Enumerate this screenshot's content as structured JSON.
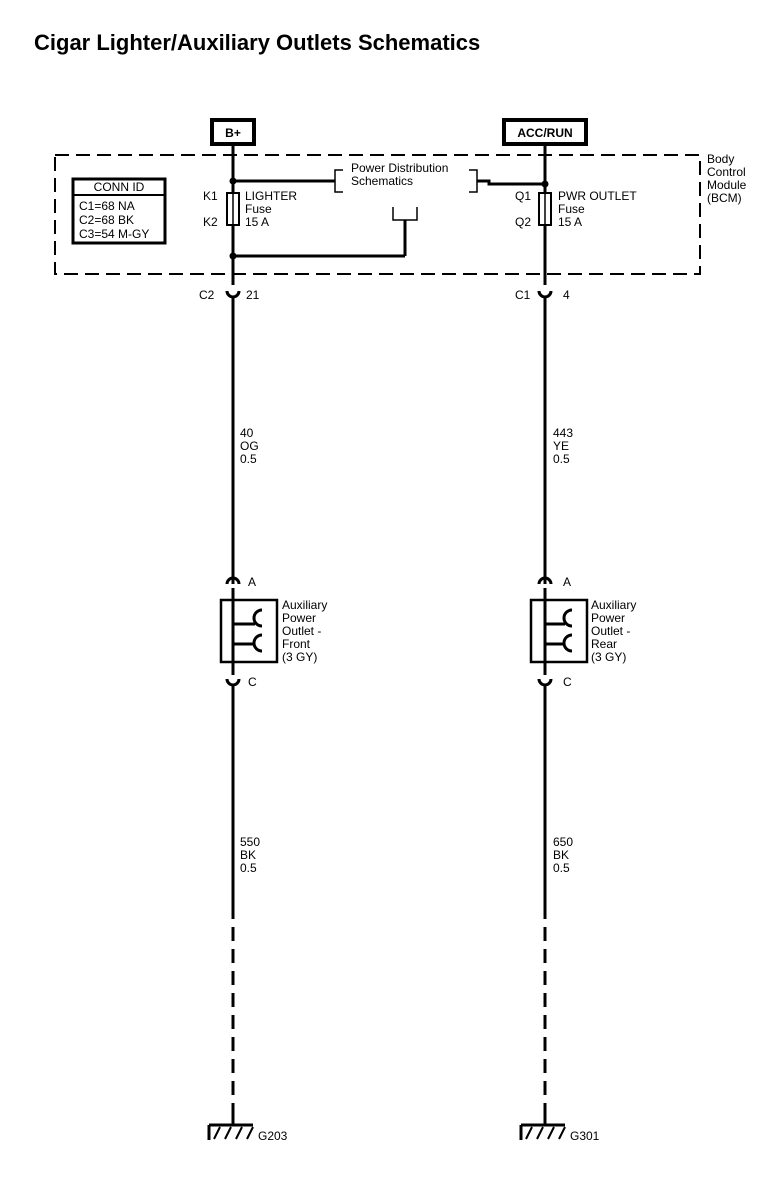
{
  "title": "Cigar Lighter/Auxiliary Outlets Schematics",
  "power_sources": {
    "left": "B+",
    "right": "ACC/RUN"
  },
  "bcm": {
    "line1": "Body",
    "line2": "Control",
    "line3": "Module",
    "line4": "(BCM)"
  },
  "conn_id": {
    "header": "CONN ID",
    "rows": [
      "C1=68 NA",
      "C2=68 BK",
      "C3=54 M-GY"
    ]
  },
  "power_distribution": {
    "line1": "Power Distribution",
    "line2": "Schematics"
  },
  "left_fuse": {
    "pin_top": "K1",
    "pin_bottom": "K2",
    "name": "LIGHTER",
    "type": "Fuse",
    "rating": "15 A"
  },
  "right_fuse": {
    "pin_top": "Q1",
    "pin_bottom": "Q2",
    "name": "PWR OUTLET",
    "type": "Fuse",
    "rating": "15 A"
  },
  "left_connector": {
    "conn": "C2",
    "pin": "21"
  },
  "right_connector": {
    "conn": "C1",
    "pin": "4"
  },
  "left_wire_top": {
    "circuit": "40",
    "color": "OG",
    "gauge": "0.5"
  },
  "right_wire_top": {
    "circuit": "443",
    "color": "YE",
    "gauge": "0.5"
  },
  "left_outlet": {
    "pin_top": "A",
    "pin_bottom": "C",
    "lines": [
      "Auxiliary",
      "Power",
      "Outlet -",
      "Front",
      "(3 GY)"
    ]
  },
  "right_outlet": {
    "pin_top": "A",
    "pin_bottom": "C",
    "lines": [
      "Auxiliary",
      "Power",
      "Outlet -",
      "Rear",
      "(3 GY)"
    ]
  },
  "left_wire_bottom": {
    "circuit": "550",
    "color": "BK",
    "gauge": "0.5"
  },
  "right_wire_bottom": {
    "circuit": "650",
    "color": "BK",
    "gauge": "0.5"
  },
  "grounds": {
    "left": "G203",
    "right": "G301"
  }
}
